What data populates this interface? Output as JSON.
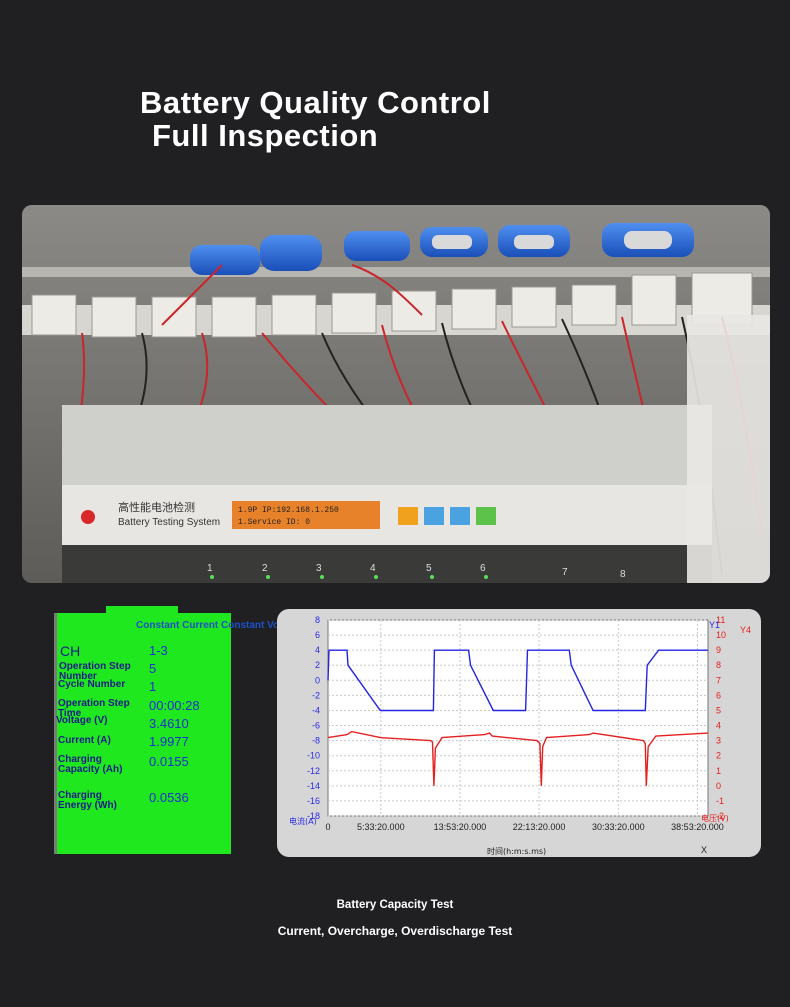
{
  "heading": {
    "line1": "Battery Quality Control",
    "line2": "Full Inspection"
  },
  "photo": {
    "device_label_cn": "高性能电池检测",
    "device_label_en": "Battery Testing System",
    "lcd_line1": "1.9P IP:192.168.1.250",
    "lcd_line2": "1.Service ID: 0",
    "channel_numbers": [
      "1",
      "2",
      "3",
      "4",
      "5",
      "6",
      "7",
      "8"
    ]
  },
  "status_panel": {
    "header": "Constant Current Constant Voltage Charging=",
    "rows": [
      {
        "label": "CH",
        "value": "1-3"
      },
      {
        "label": "Operation Step Number",
        "value": "5"
      },
      {
        "label": "Cycle Number",
        "value": "1"
      },
      {
        "label": "Operation Step Time",
        "value": "00:00:28"
      },
      {
        "label": "Voltage (V)",
        "value": "3.4610"
      },
      {
        "label": "Current (A)",
        "value": "1.9977"
      },
      {
        "label": "Charging Capacity (Ah)",
        "value": "0.0155"
      },
      {
        "label": "Charging Energy (Wh)",
        "value": "0.0536"
      }
    ]
  },
  "chart_data": {
    "type": "line",
    "y_axis_left": {
      "label": "电流(A)",
      "name": "Y1",
      "ticks": [
        8,
        6,
        4,
        2,
        0,
        -2,
        -4,
        -6,
        -8,
        -10,
        -12,
        -14,
        -16,
        -18
      ],
      "range": [
        -18,
        8
      ],
      "color": "#2929e6"
    },
    "y_axis_right": {
      "label": "电压(V)",
      "name": "Y4",
      "ticks": [
        11,
        10,
        9,
        8,
        7,
        6,
        5,
        4,
        3,
        2,
        1,
        0,
        -1,
        -2
      ],
      "range": [
        -2,
        11
      ],
      "color": "#e61e1e"
    },
    "x_axis": {
      "label": "时间(h:m:s.ms)",
      "end_label": "X",
      "ticks": [
        "0",
        "5:33:20.000",
        "13:53:20.000",
        "22:13:20.000",
        "30:33:20.000",
        "38:53:20.000"
      ],
      "range_hours": [
        0,
        40
      ]
    },
    "grid": true,
    "series": [
      {
        "name": "Y1",
        "axis": "left",
        "color": "#2424e6",
        "x": [
          0,
          0.1,
          2.0,
          2.1,
          5.5,
          5.6,
          11.1,
          11.2,
          14.8,
          15.0,
          17.4,
          17.5,
          20.8,
          21.0,
          22.0,
          22.1,
          25.4,
          25.6,
          27.9,
          28.0,
          33.4,
          33.6,
          34.8,
          35.0,
          40.0
        ],
        "y": [
          0,
          4,
          4,
          2,
          -4,
          -4,
          -4,
          4,
          4,
          2,
          -4,
          -4,
          -4,
          4,
          4,
          4,
          4,
          2,
          -4,
          -4,
          -4,
          2,
          4,
          4,
          4
        ]
      },
      {
        "name": "Y4",
        "axis": "right",
        "color": "#e62020",
        "x": [
          0,
          2.0,
          2.5,
          5.5,
          10.8,
          11.0,
          11.15,
          11.3,
          12.0,
          16.5,
          17.0,
          17.3,
          22.0,
          22.3,
          22.45,
          22.6,
          23.0,
          27.5,
          27.9,
          33.2,
          33.4,
          33.5,
          33.7,
          34.5,
          40.0
        ],
        "y": [
          3.2,
          3.4,
          3.6,
          3.2,
          3.0,
          2.9,
          0,
          2.5,
          3.2,
          3.4,
          3.5,
          3.3,
          3.0,
          2.8,
          0,
          2.6,
          3.2,
          3.4,
          3.5,
          3.0,
          2.8,
          0,
          2.6,
          3.3,
          3.5
        ]
      }
    ]
  },
  "captions": {
    "line1": "Battery Capacity Test",
    "line2": "Current, Overcharge, Overdischarge Test"
  }
}
